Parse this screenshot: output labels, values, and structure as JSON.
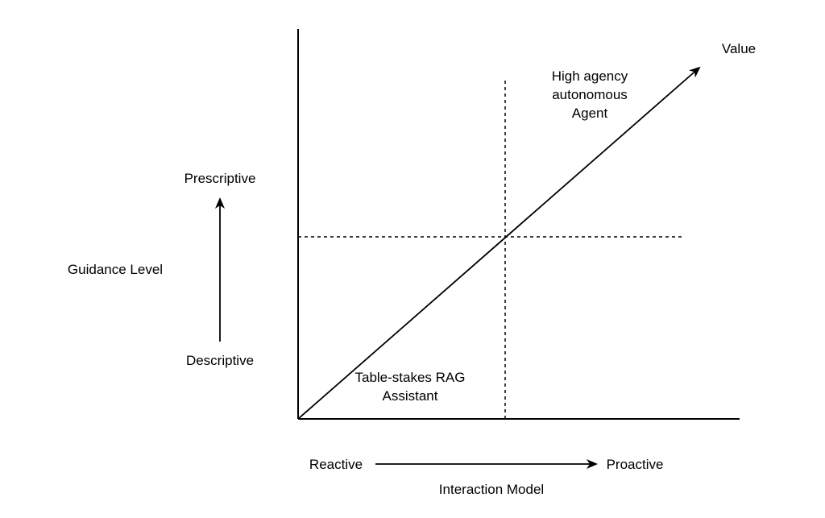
{
  "diagram": {
    "value_label": "Value",
    "top_right_label": [
      "High agency",
      "autonomous",
      "Agent"
    ],
    "bottom_left_label": [
      "Table-stakes RAG",
      "Assistant"
    ],
    "guidance": {
      "title": "Guidance Level",
      "top": "Prescriptive",
      "bottom": "Descriptive"
    },
    "interaction": {
      "title": "Interaction Model",
      "left": "Reactive",
      "right": "Proactive"
    }
  }
}
